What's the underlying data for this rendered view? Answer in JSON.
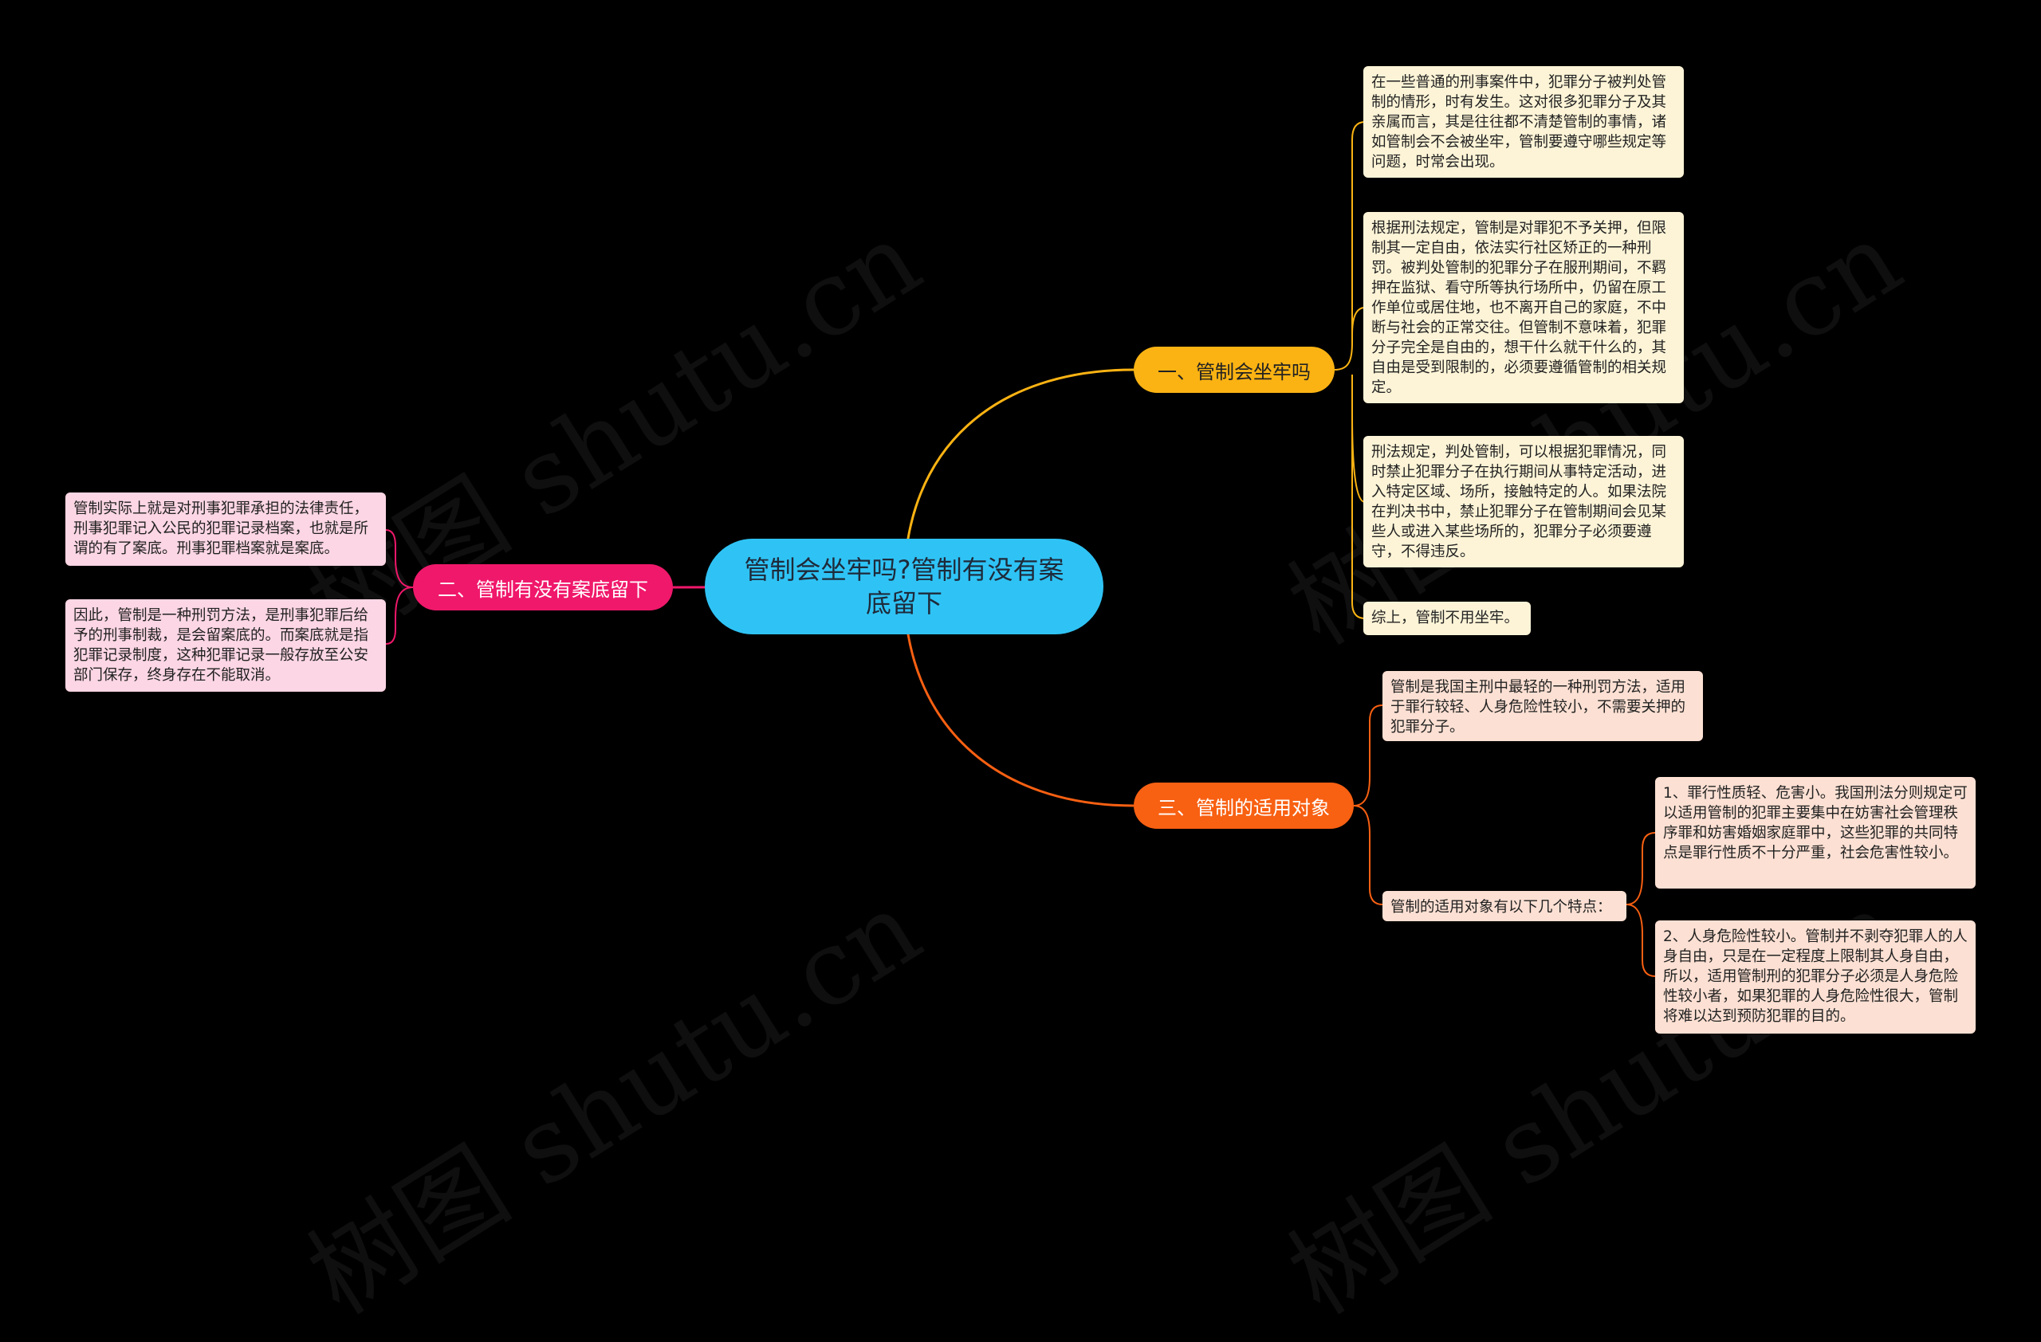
{
  "watermark": {
    "text": "树图 shutu.cn"
  },
  "root": {
    "label": "管制会坐牢吗?管制有没有案底留下"
  },
  "branches": [
    {
      "label": "一、管制会坐牢吗"
    },
    {
      "label": "二、管制有没有案底留下"
    },
    {
      "label": "三、管制的适用对象"
    }
  ],
  "leaves": {
    "b1": [
      "在一些普通的刑事案件中，犯罪分子被判处管制的情形，时有发生。这对很多犯罪分子及其亲属而言，其是往往都不清楚管制的事情，诸如管制会不会被坐牢，管制要遵守哪些规定等问题，时常会出现。",
      "根据刑法规定，管制是对罪犯不予关押，但限制其一定自由，依法实行社区矫正的一种刑罚。被判处管制的犯罪分子在服刑期间，不羁押在监狱、看守所等执行场所中，仍留在原工作单位或居住地，也不离开自己的家庭，不中断与社会的正常交往。但管制不意味着，犯罪分子完全是自由的，想干什么就干什么的，其自由是受到限制的，必须要遵循管制的相关规定。",
      "刑法规定，判处管制，可以根据犯罪情况，同时禁止犯罪分子在执行期间从事特定活动，进入特定区域、场所，接触特定的人。如果法院在判决书中，禁止犯罪分子在管制期间会见某些人或进入某些场所的，犯罪分子必须要遵守，不得违反。",
      "综上，管制不用坐牢。"
    ],
    "b2": [
      "管制实际上就是对刑事犯罪承担的法律责任，刑事犯罪记入公民的犯罪记录档案，也就是所谓的有了案底。刑事犯罪档案就是案底。",
      "因此，管制是一种刑罚方法，是刑事犯罪后给予的刑事制裁，是会留案底的。而案底就是指犯罪记录制度，这种犯罪记录一般存放至公安部门保存，终身存在不能取消。"
    ],
    "b3": [
      "管制是我国主刑中最轻的一种刑罚方法，适用于罪行较轻、人身危险性较小，不需要关押的犯罪分子。",
      "管制的适用对象有以下几个特点："
    ],
    "b3_sub": [
      "1、罪行性质轻、危害小。我国刑法分则规定可以适用管制的犯罪主要集中在妨害社会管理秩序罪和妨害婚姻家庭罪中，这些犯罪的共同特点是罪行性质不十分严重，社会危害性较小。",
      "2、人身危险性较小。管制并不剥夺犯罪人的人身自由，只是在一定程度上限制其人身自由，所以，适用管制刑的犯罪分子必须是人身危险性较小者，如果犯罪的人身危险性很大，管制将难以达到预防犯罪的目的。"
    ]
  },
  "colors": {
    "background": "#000000",
    "root": "#2fc3f5",
    "branch1": "#fbb313",
    "branch2": "#f0186b",
    "branch3": "#f86012",
    "leaf_yellow": "#fdf4d7",
    "leaf_pink": "#fcd6e4",
    "leaf_orange": "#fce0d3"
  }
}
